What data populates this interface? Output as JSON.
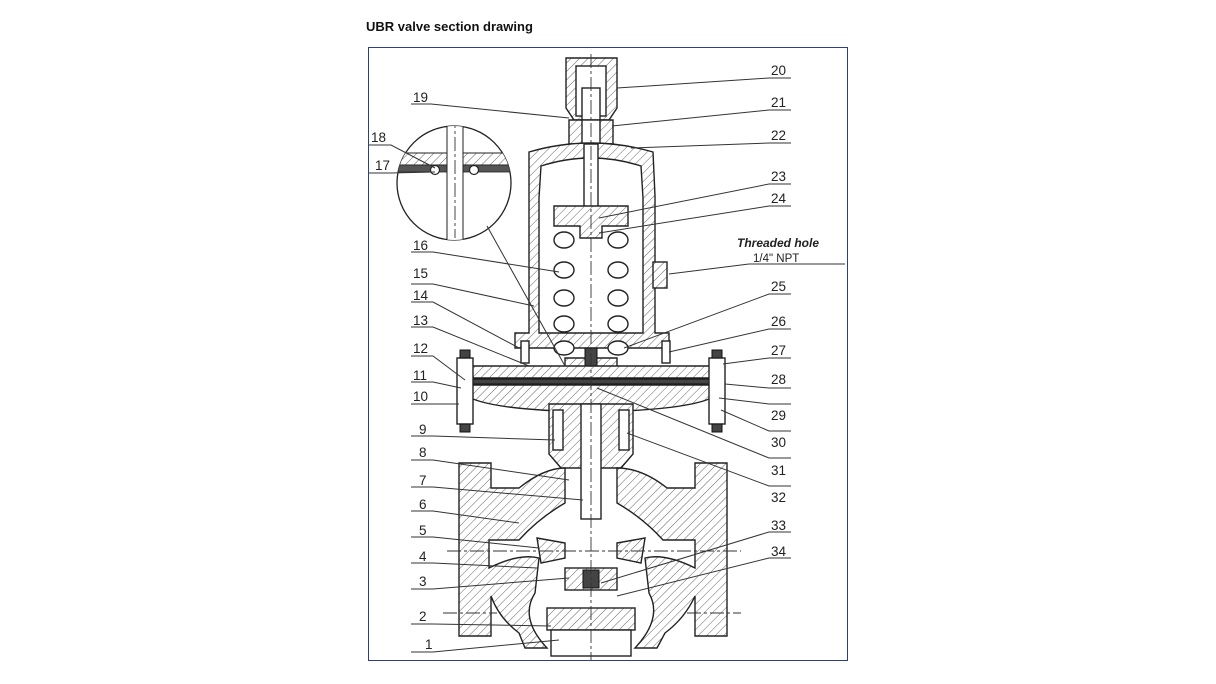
{
  "title": "UBR valve section drawing",
  "callouts": {
    "threaded_hole_title": "Threaded hole",
    "threaded_hole_spec": "1/4\" NPT"
  },
  "part_numbers": {
    "left": [
      "19",
      "18",
      "17",
      "16",
      "15",
      "14",
      "13",
      "12",
      "11",
      "10",
      "9",
      "8",
      "7",
      "6",
      "5",
      "4",
      "3",
      "2",
      "1"
    ],
    "right": [
      "20",
      "21",
      "22",
      "23",
      "24",
      "25",
      "26",
      "27",
      "28",
      "29",
      "30",
      "31",
      "32",
      "33",
      "34"
    ]
  },
  "colors": {
    "frame_border": "#2a3d8f",
    "line": "#222222"
  }
}
